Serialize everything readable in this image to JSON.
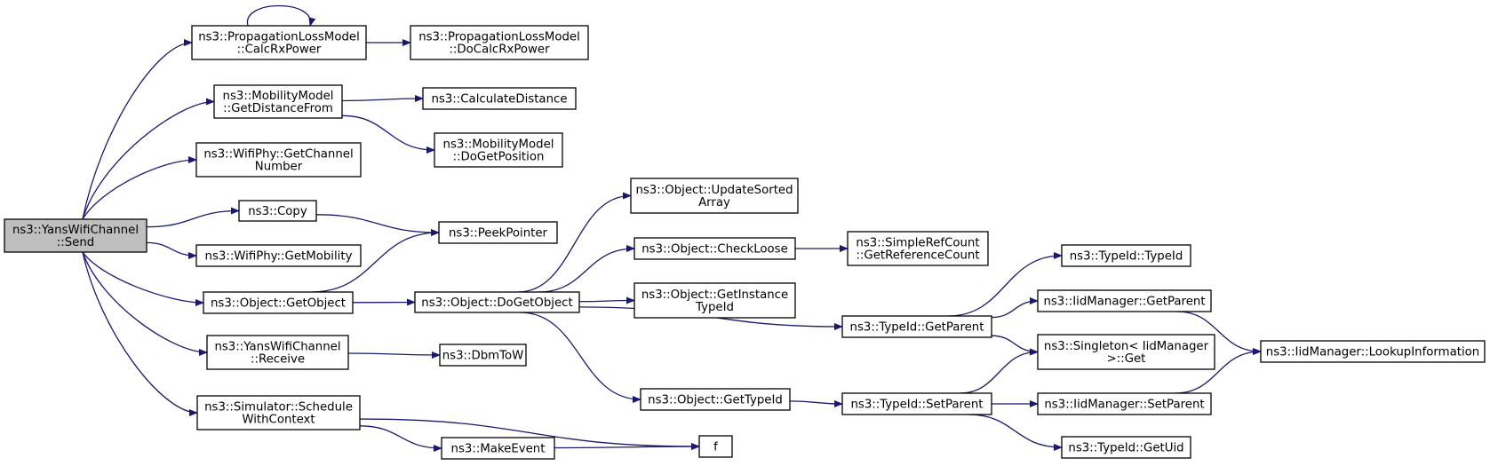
{
  "graph": {
    "edge_color": "#191970",
    "root_fill": "#bfbfbf",
    "nodes": [
      {
        "id": "send",
        "lines": [
          "ns3::YansWifiChannel",
          "::Send"
        ],
        "root": true
      },
      {
        "id": "calcrx",
        "lines": [
          "ns3::PropagationLossModel",
          "::CalcRxPower"
        ]
      },
      {
        "id": "docalcrx",
        "lines": [
          "ns3::PropagationLossModel",
          "::DoCalcRxPower"
        ]
      },
      {
        "id": "getdist",
        "lines": [
          "ns3::MobilityModel",
          "::GetDistanceFrom"
        ]
      },
      {
        "id": "calcdist",
        "lines": [
          "ns3::CalculateDistance"
        ]
      },
      {
        "id": "dogetpos",
        "lines": [
          "ns3::MobilityModel",
          "::DoGetPosition"
        ]
      },
      {
        "id": "getchan",
        "lines": [
          "ns3::WifiPhy::GetChannel",
          "Number"
        ]
      },
      {
        "id": "copy",
        "lines": [
          "ns3::Copy"
        ]
      },
      {
        "id": "peek",
        "lines": [
          "ns3::PeekPointer"
        ]
      },
      {
        "id": "getmob",
        "lines": [
          "ns3::WifiPhy::GetMobility"
        ]
      },
      {
        "id": "getobj",
        "lines": [
          "ns3::Object::GetObject"
        ]
      },
      {
        "id": "dogetobj",
        "lines": [
          "ns3::Object::DoGetObject"
        ]
      },
      {
        "id": "updsorted",
        "lines": [
          "ns3::Object::UpdateSorted",
          "Array"
        ]
      },
      {
        "id": "checkloose",
        "lines": [
          "ns3::Object::CheckLoose"
        ]
      },
      {
        "id": "getrefcount",
        "lines": [
          "ns3::SimpleRefCount",
          "::GetReferenceCount"
        ]
      },
      {
        "id": "getinst",
        "lines": [
          "ns3::Object::GetInstance",
          "TypeId"
        ]
      },
      {
        "id": "gettypeid",
        "lines": [
          "ns3::Object::GetTypeId"
        ]
      },
      {
        "id": "tid_getparent",
        "lines": [
          "ns3::TypeId::GetParent"
        ]
      },
      {
        "id": "tid_typeid",
        "lines": [
          "ns3::TypeId::TypeId"
        ]
      },
      {
        "id": "iid_getparent",
        "lines": [
          "ns3::IidManager::GetParent"
        ]
      },
      {
        "id": "singleton",
        "lines": [
          "ns3::Singleton< IidManager",
          ">::Get"
        ]
      },
      {
        "id": "lookup",
        "lines": [
          "ns3::IidManager::LookupInformation"
        ]
      },
      {
        "id": "tid_setparent",
        "lines": [
          "ns3::TypeId::SetParent"
        ]
      },
      {
        "id": "iid_setparent",
        "lines": [
          "ns3::IidManager::SetParent"
        ]
      },
      {
        "id": "tid_getuid",
        "lines": [
          "ns3::TypeId::GetUid"
        ]
      },
      {
        "id": "receive",
        "lines": [
          "ns3::YansWifiChannel",
          "::Receive"
        ]
      },
      {
        "id": "dbmtow",
        "lines": [
          "ns3::DbmToW"
        ]
      },
      {
        "id": "schedule",
        "lines": [
          "ns3::Simulator::Schedule",
          "WithContext"
        ]
      },
      {
        "id": "makeevent",
        "lines": [
          "ns3::MakeEvent"
        ]
      },
      {
        "id": "f",
        "lines": [
          "f"
        ]
      }
    ],
    "edges": [
      [
        "send",
        "calcrx"
      ],
      [
        "calcrx",
        "calcrx"
      ],
      [
        "calcrx",
        "docalcrx"
      ],
      [
        "send",
        "getdist"
      ],
      [
        "getdist",
        "calcdist"
      ],
      [
        "getdist",
        "dogetpos"
      ],
      [
        "send",
        "getchan"
      ],
      [
        "send",
        "copy"
      ],
      [
        "copy",
        "peek"
      ],
      [
        "send",
        "getmob"
      ],
      [
        "send",
        "getobj"
      ],
      [
        "getobj",
        "peek"
      ],
      [
        "getobj",
        "dogetobj"
      ],
      [
        "dogetobj",
        "updsorted"
      ],
      [
        "dogetobj",
        "checkloose"
      ],
      [
        "checkloose",
        "getrefcount"
      ],
      [
        "dogetobj",
        "getinst"
      ],
      [
        "dogetobj",
        "tid_getparent"
      ],
      [
        "dogetobj",
        "gettypeid"
      ],
      [
        "tid_getparent",
        "tid_typeid"
      ],
      [
        "tid_getparent",
        "iid_getparent"
      ],
      [
        "tid_getparent",
        "singleton"
      ],
      [
        "iid_getparent",
        "lookup"
      ],
      [
        "gettypeid",
        "tid_setparent"
      ],
      [
        "tid_setparent",
        "singleton"
      ],
      [
        "tid_setparent",
        "iid_setparent"
      ],
      [
        "tid_setparent",
        "tid_getuid"
      ],
      [
        "iid_setparent",
        "lookup"
      ],
      [
        "send",
        "receive"
      ],
      [
        "receive",
        "dbmtow"
      ],
      [
        "send",
        "schedule"
      ],
      [
        "schedule",
        "makeevent"
      ],
      [
        "schedule",
        "f"
      ],
      [
        "makeevent",
        "f"
      ]
    ]
  }
}
